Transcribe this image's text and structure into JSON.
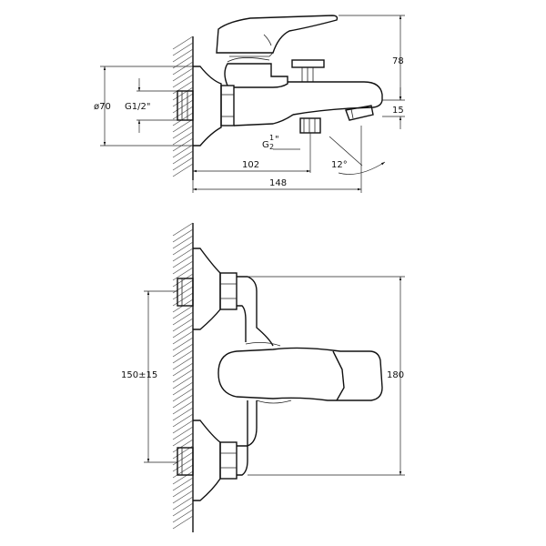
{
  "top_view": {
    "dim_height": "78",
    "dim_spout": "15",
    "dim_diameter": "ø70",
    "dim_thread_inlet": "G1/2\"",
    "dim_thread_outlet_prefix": "G",
    "dim_thread_outlet_num": "1",
    "dim_thread_outlet_den": "2",
    "dim_thread_outlet_suffix": "\"",
    "dim_102": "102",
    "dim_148": "148",
    "dim_angle": "12°"
  },
  "front_view": {
    "dim_centers": "150±15",
    "dim_width": "180"
  }
}
